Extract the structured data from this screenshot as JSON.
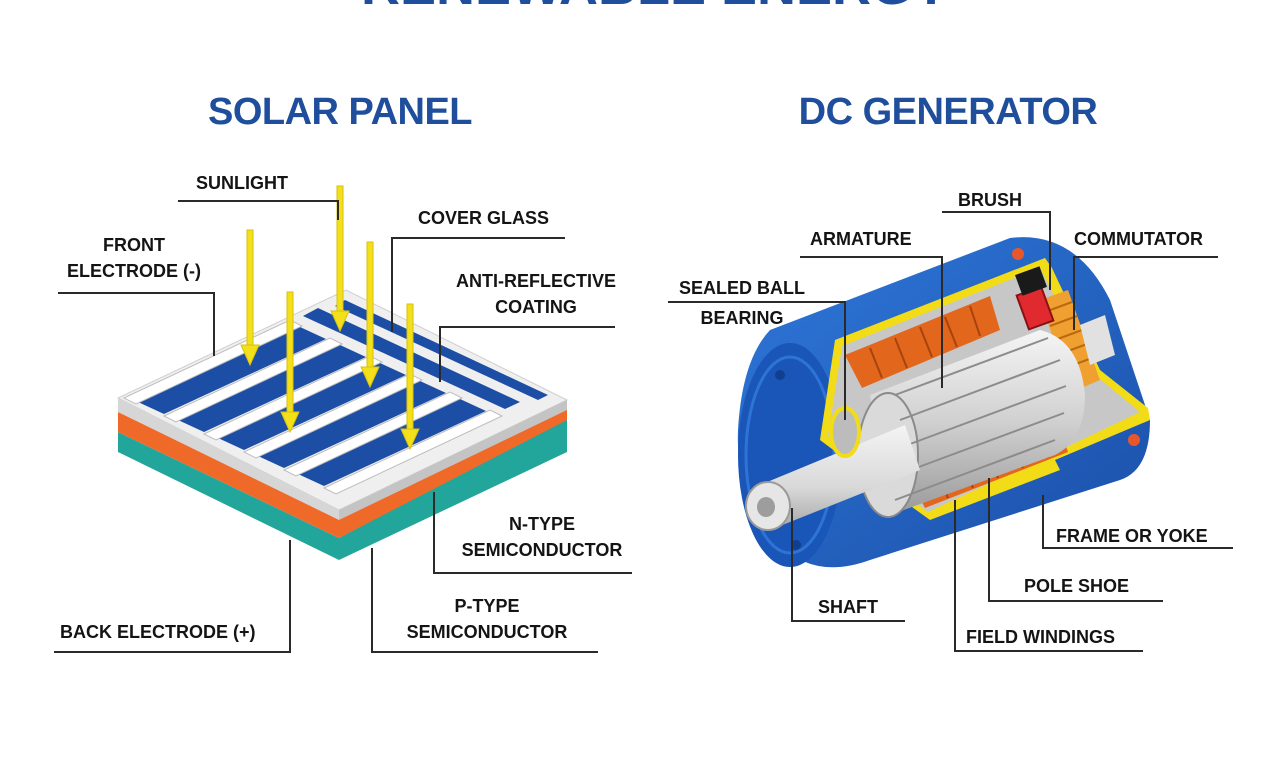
{
  "main_title": "RENEWABLE ENERGY",
  "colors": {
    "title_blue": "#1f4e9c",
    "panel_blue": "#1d4ea5",
    "panel_white": "#e6e6e6",
    "panel_orange": "#ef6a28",
    "panel_teal": "#22a59b",
    "sun_yellow": "#f3df1a",
    "frame_blue": "#1f63c9",
    "winding_orange": "#e2671c",
    "rim_yellow": "#f2dc18",
    "brush_red": "#e02a30",
    "shaft_gray": "#dcdcdc"
  },
  "solar_panel": {
    "title": "SOLAR PANEL",
    "labels": {
      "sunlight": "SUNLIGHT",
      "cover_glass": "COVER GLASS",
      "front_electrode_1": "FRONT",
      "front_electrode_2": "ELECTRODE (-)",
      "anti_reflective_1": "ANTI-REFLECTIVE",
      "anti_reflective_2": "COATING",
      "n_type_1": "N-TYPE",
      "n_type_2": "SEMICONDUCTOR",
      "back_electrode": "BACK ELECTRODE (+)",
      "p_type_1": "P-TYPE",
      "p_type_2": "SEMICONDUCTOR"
    }
  },
  "dc_generator": {
    "title": "DC GENERATOR",
    "labels": {
      "brush": "BRUSH",
      "armature": "ARMATURE",
      "commutator": "COMMUTATOR",
      "sealed_ball_1": "SEALED BALL",
      "sealed_ball_2": "BEARING",
      "frame_or_yoke": "FRAME OR YOKE",
      "pole_shoe": "POLE SHOE",
      "shaft": "SHAFT",
      "field_windings": "FIELD WINDINGS"
    }
  }
}
